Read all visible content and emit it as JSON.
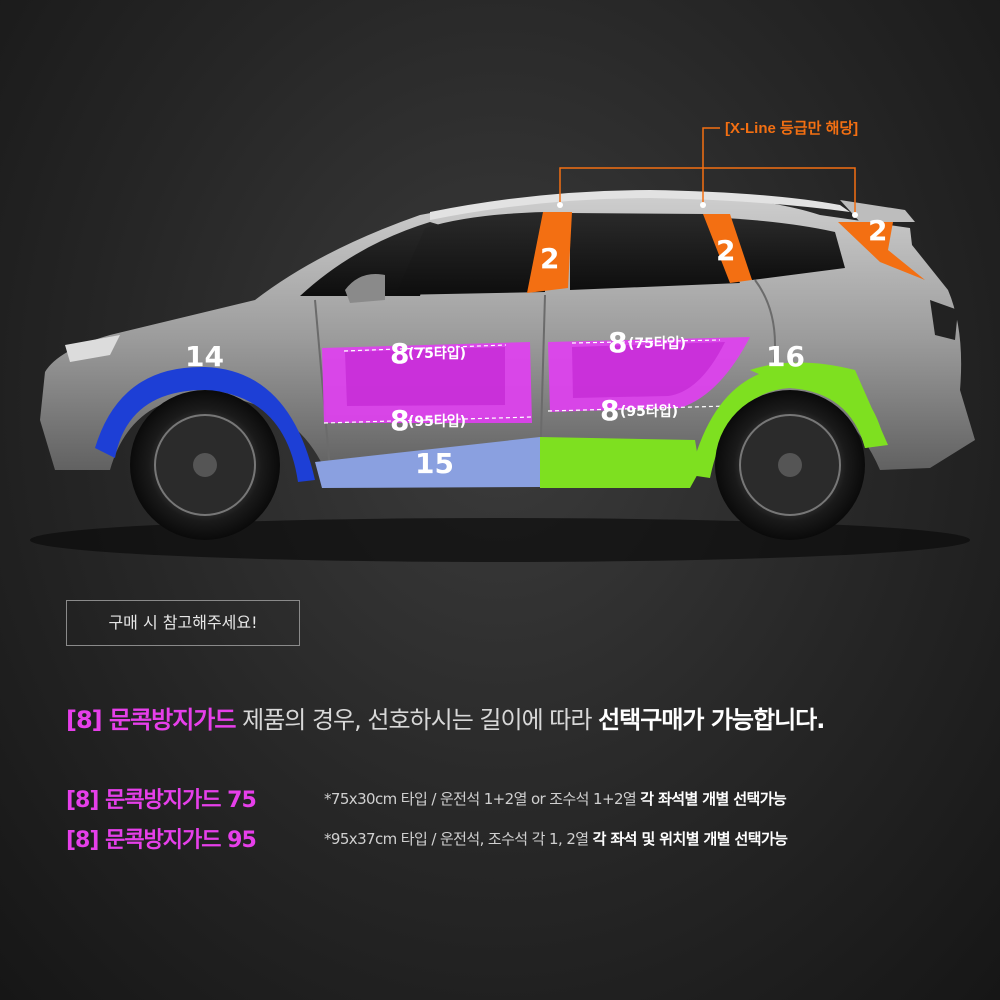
{
  "labels": {
    "pillar_front": "2",
    "pillar_rear": "2",
    "pillar_tail": "2",
    "front_fender": "14",
    "rear_fender": "16",
    "side_sill": "15",
    "door_front_top_num": "8",
    "door_front_top_type": "(75타입)",
    "door_front_bottom_num": "8",
    "door_front_bottom_type": "(95타입)",
    "door_rear_top_num": "8",
    "door_rear_top_type": "(75타입)",
    "door_rear_bottom_num": "8",
    "door_rear_bottom_type": "(95타입)"
  },
  "xline_note": "[X-Line 등급만 해당]",
  "notice": "구매 시 참고해주세요!",
  "headline": {
    "pink": "[8] 문콕방지가드",
    "middle": " 제품의 경우, 선호하시는 길이에 따라 ",
    "strong": "선택구매가 가능합니다."
  },
  "options": [
    {
      "name": "[8] 문콕방지가드 75",
      "desc": "*75x30cm 타입 / 운전석 1+2열 or 조수석 1+2열 ",
      "desc_strong": "각 좌석별 개별 선택가능"
    },
    {
      "name": "[8] 문콕방지가드 95",
      "desc": "*95x37cm 타입 / 운전석, 조수석 각 1, 2열 ",
      "desc_strong": "각 좌석 및 위치별 개별 선택가능"
    }
  ],
  "colors": {
    "orange": "#f36f12",
    "magenta": "#e040f0",
    "blue": "#1d3fd6",
    "green": "#7ee020",
    "sill_blue": "#8aa0e0",
    "text_pink": "#e63fea"
  }
}
